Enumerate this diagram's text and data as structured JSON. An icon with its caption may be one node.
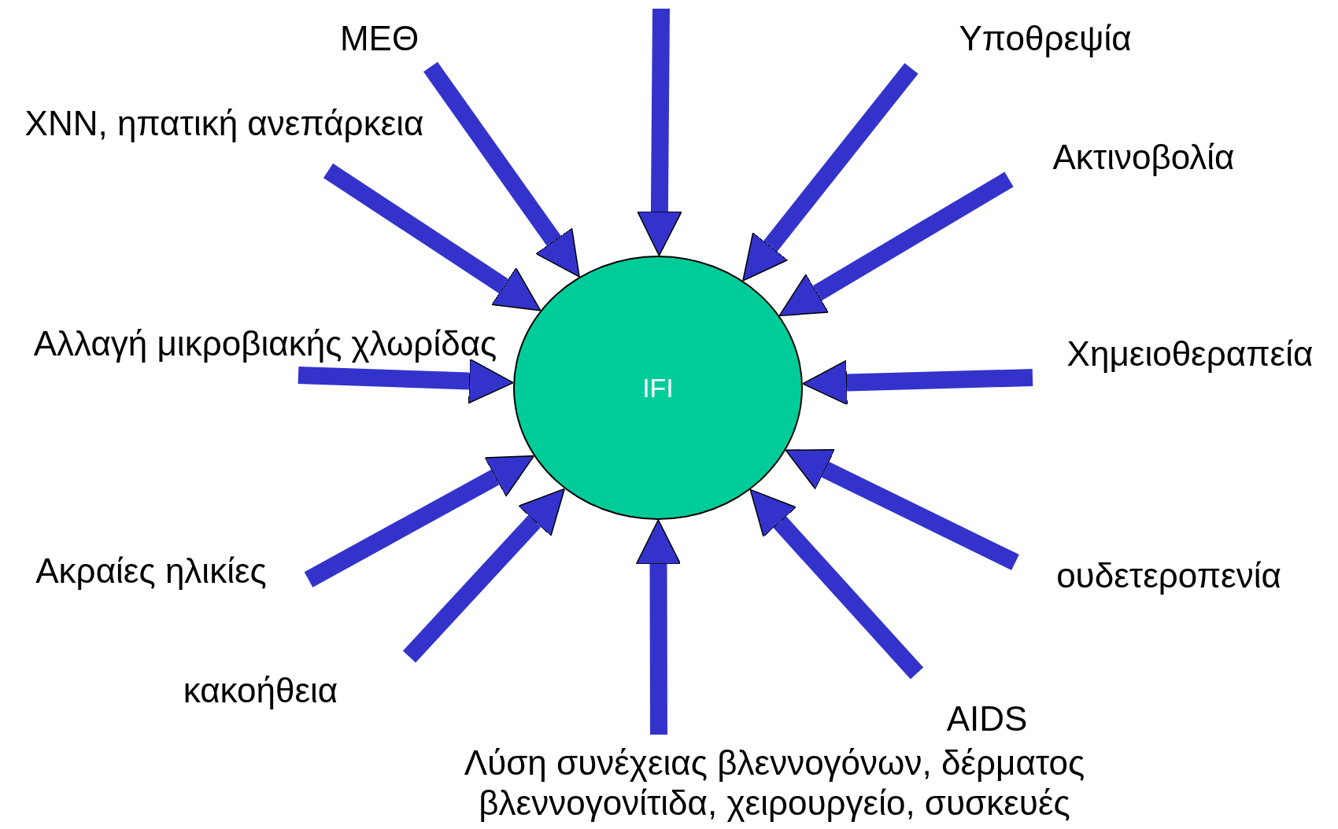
{
  "diagram": {
    "nodes": [
      {
        "text": [
          "ΜΕΘ"
        ]
      },
      {
        "text": [
          "Υποθρεψία"
        ]
      },
      {
        "text": [
          "ΧΝΝ, ηπατική ανεπάρκεια"
        ]
      },
      {
        "text": [
          "Ακτινοβολία"
        ]
      },
      {
        "text": [
          "Αλλαγή μικροβιακής χλωρίδας"
        ]
      },
      {
        "text": [
          "Χημειοθεραπεία"
        ]
      },
      {
        "text": [
          "IFI"
        ]
      },
      {
        "text": [
          "ουδετεροπενία"
        ]
      },
      {
        "text": [
          "Ακραίες ηλικίες"
        ]
      },
      {
        "text": [
          "κακοήθεια"
        ]
      },
      {
        "text": [
          "AIDS"
        ]
      },
      {
        "text": [
          "Λύση συνέχειας βλεννογόνων, δέρματος βλεννογονίτιδα, χειρουργείο, συσκευές"
        ]
      }
    ],
    "edges": [
      {
        "from": null,
        "to": 6,
        "arrow": "to"
      },
      {
        "from": 0,
        "to": 6,
        "arrow": "to"
      },
      {
        "from": 1,
        "to": 6,
        "arrow": "to"
      },
      {
        "from": 2,
        "to": 6,
        "arrow": "to"
      },
      {
        "from": 3,
        "to": 6,
        "arrow": "to"
      },
      {
        "from": 4,
        "to": 6,
        "arrow": "to"
      },
      {
        "from": 5,
        "to": 6,
        "arrow": "to"
      },
      {
        "from": 7,
        "to": 6,
        "arrow": "to"
      },
      {
        "from": 8,
        "to": 6,
        "arrow": "to"
      },
      {
        "from": 9,
        "to": 6,
        "arrow": "to"
      },
      {
        "from": 10,
        "to": 6,
        "arrow": "to"
      },
      {
        "from": 11,
        "to": 6,
        "arrow": "to"
      }
    ]
  }
}
